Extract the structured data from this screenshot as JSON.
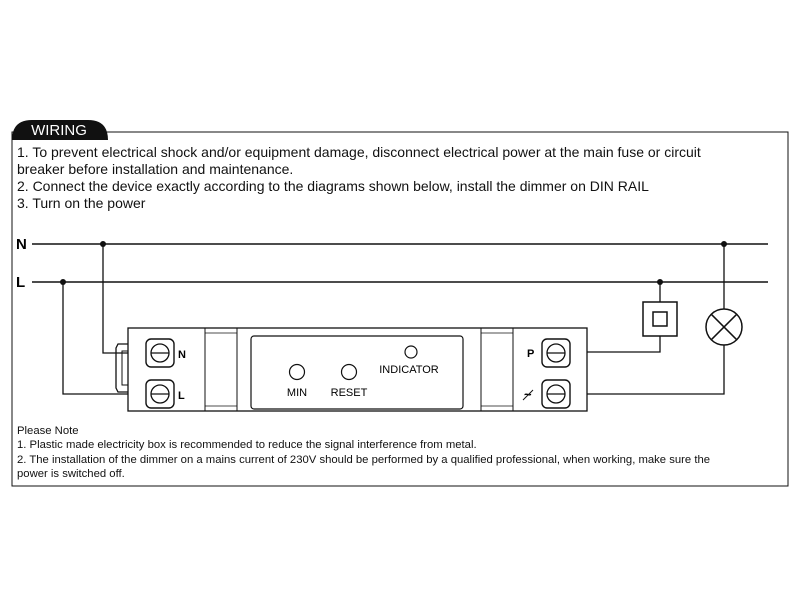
{
  "section": {
    "heading": "WIRING"
  },
  "instructions": [
    "1. To prevent electrical shock and/or equipment damage, disconnect electrical power at the main fuse or circuit",
    "breaker before installation and maintenance.",
    "2. Connect the device exactly according to the diagrams shown below, install the dimmer on DIN RAIL",
    "3. Turn on the power"
  ],
  "lines": {
    "neutral_label": "N",
    "live_label": "L"
  },
  "device": {
    "terminal_n_label": "N",
    "terminal_l_label": "L",
    "terminal_p_label": "P",
    "terminal_out_label": "~",
    "button_min_label": "MIN",
    "button_reset_label": "RESET",
    "indicator_label": "INDICATOR"
  },
  "note": {
    "title": "Please Note",
    "items": [
      "1. Plastic made electricity box is recommended to reduce the signal interference from metal.",
      "2. The installation of the dimmer on a mains current of 230V should be performed by a qualified professional, when working, make sure the",
      "power is switched off."
    ]
  },
  "colors": {
    "line": "#111111",
    "background": "#ffffff"
  }
}
